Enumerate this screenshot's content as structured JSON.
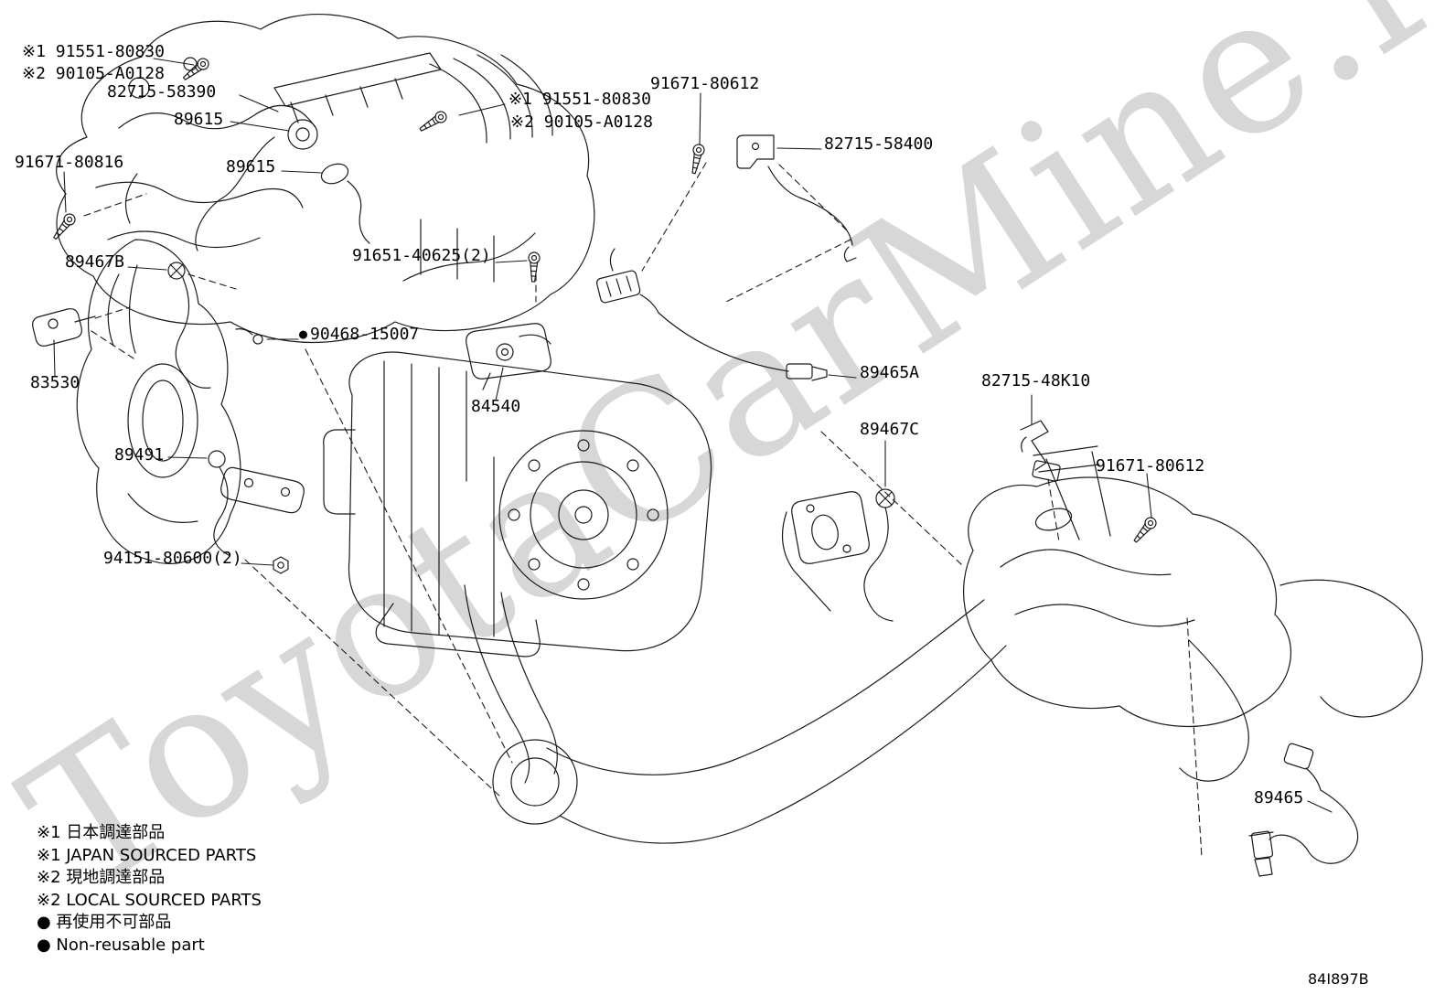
{
  "diagram": {
    "code": "84I897B",
    "watermark": "ToyotaCarMine.ru"
  },
  "colors": {
    "line": "#1b1b1b",
    "watermark": "#d7d7d7",
    "background": "#ffffff",
    "text": "#000000"
  },
  "labels": [
    {
      "text": "※1 91551-80830"
    },
    {
      "text": "※2 90105-A0128"
    },
    {
      "text": "82715-58390"
    },
    {
      "text": "89615"
    },
    {
      "text": "91671-80816"
    },
    {
      "text": "89615"
    },
    {
      "text": "※1 91551-80830"
    },
    {
      "text": "※2 90105-A0128"
    },
    {
      "text": "91671-80612"
    },
    {
      "text": "82715-58400"
    },
    {
      "bullet": "●",
      "text": "90468-15007"
    },
    {
      "text": "89467B"
    },
    {
      "text": "91651-40625(2)"
    },
    {
      "text": "83530"
    },
    {
      "text": "89465A"
    },
    {
      "text": "82715-48K10"
    },
    {
      "text": "84540"
    },
    {
      "text": "89467C"
    },
    {
      "text": "89491"
    },
    {
      "text": "91671-80612"
    },
    {
      "text": "94151-80600(2)"
    },
    {
      "text": "89465"
    }
  ],
  "legend": {
    "lines": [
      "※1 日本調達部品",
      "※1 JAPAN SOURCED PARTS",
      "※2 現地調達部品",
      "※2 LOCAL SOURCED PARTS",
      "● 再使用不可部品",
      "● Non-reusable part"
    ]
  }
}
